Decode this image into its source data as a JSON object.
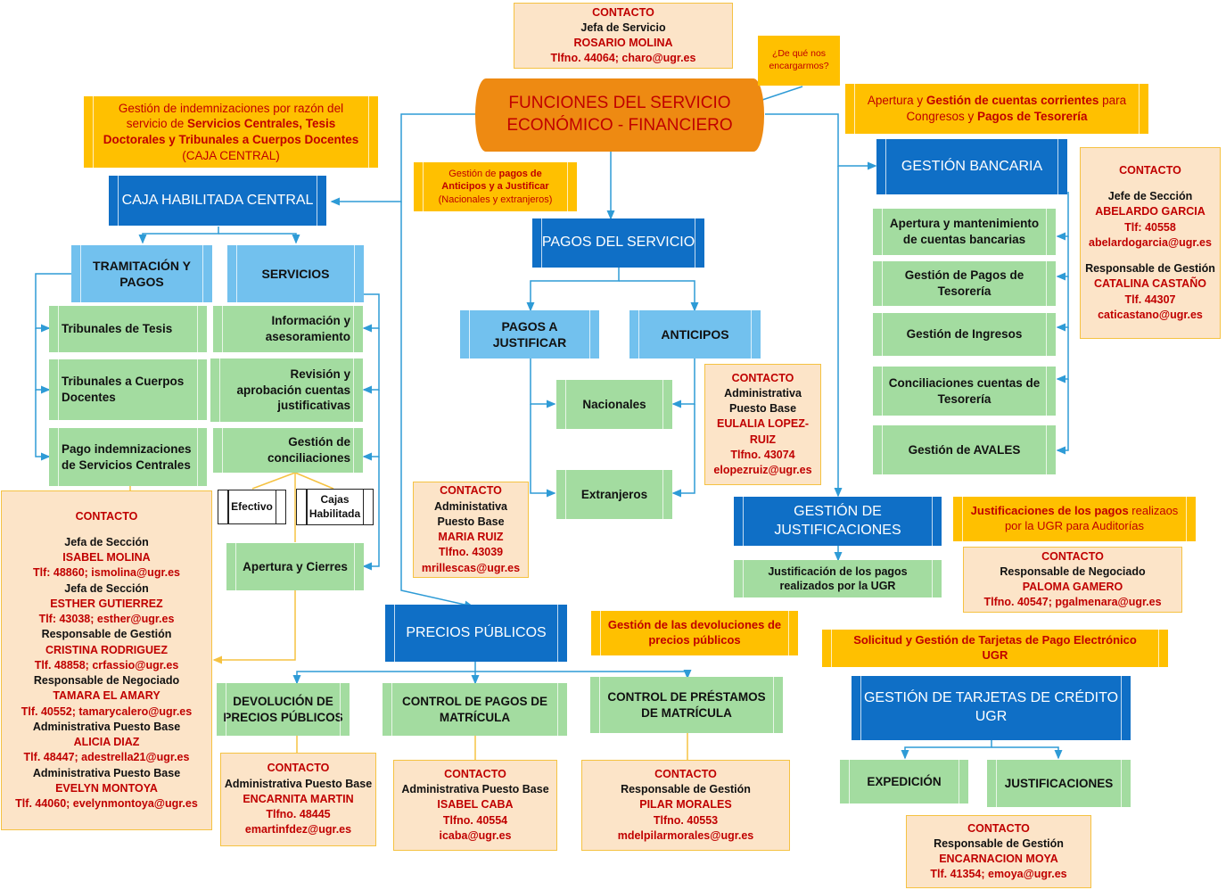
{
  "title": {
    "line1": "FUNCIONES DEL SERVICIO",
    "line2": "ECONÓMICO - FINANCIERO"
  },
  "question_callout": {
    "line1": "¿De qué nos",
    "line2": "encargarmos?"
  },
  "head_contact": {
    "label": "CONTACTO",
    "role": "Jefa de Servicio",
    "name": "ROSARIO MOLINA",
    "info": "Tlfno. 44064; charo@ugr.es"
  },
  "caja": {
    "note": {
      "t1": "Gestión de indemnizaciones por razón del",
      "t2a": "servicio de ",
      "t2b": "Servicios Centrales, Tesis",
      "t3": "Doctorales y Tribunales a Cuerpos Docentes",
      "t4": "(CAJA CENTRAL)"
    },
    "title": "CAJA HABILITADA CENTRAL",
    "tramitacion": {
      "title_l1": "TRAMITACIÓN Y",
      "title_l2": "PAGOS",
      "items": [
        {
          "l1": "Tribunales de Tesis",
          "l2": ""
        },
        {
          "l1": "Tribunales a Cuerpos",
          "l2": "Docentes"
        },
        {
          "l1": "Pago indemnizaciones",
          "l2": "de Servicios Centrales"
        }
      ]
    },
    "servicios": {
      "title": "SERVICIOS",
      "items": [
        {
          "l1": "Información y",
          "l2": "asesoramiento",
          "l3": ""
        },
        {
          "l1": "Revisión y",
          "l2": "aprobación cuentas",
          "l3": "justificativas"
        },
        {
          "l1": "Gestión de",
          "l2": "conciliaciones",
          "l3": ""
        }
      ],
      "sub": {
        "efectivo": "Efectivo",
        "cajas_l1": "Cajas",
        "cajas_l2": "Habilitada"
      },
      "apertura": "Apertura y Cierres"
    },
    "contact": {
      "label": "CONTACTO",
      "people": [
        {
          "role": "Jefa de Sección",
          "name": "ISABEL MOLINA",
          "info": "Tlf: 48860; ismolina@ugr.es"
        },
        {
          "role": "Jefa de Sección",
          "name": "ESTHER GUTIERREZ",
          "info": "Tlf: 43038; esther@ugr.es"
        },
        {
          "role": "Responsable de Gestión",
          "name": "CRISTINA RODRIGUEZ",
          "info": "Tlf. 48858; crfassio@ugr.es"
        },
        {
          "role": "Responsable de Negociado",
          "name": "TAMARA EL AMARY",
          "info": "Tlf. 40552;  tamarycalero@ugr.es"
        },
        {
          "role": "Administrativa Puesto Base",
          "name": "ALICIA DIAZ",
          "info": "Tlf. 48447;  adestrella21@ugr.es"
        },
        {
          "role": "Administrativa Puesto Base",
          "name": "EVELYN MONTOYA",
          "info": "Tlf. 44060;  evelynmontoya@ugr.es"
        }
      ]
    }
  },
  "pagos": {
    "note": {
      "a": "Gestión de ",
      "b": "pagos de",
      "c": "Anticipos y a Justificar",
      "d": "(Nacionales y extranjeros)"
    },
    "title": "PAGOS DEL SERVICIO",
    "justificar": {
      "l1": "PAGOS A",
      "l2": "JUSTIFICAR"
    },
    "anticipos": "ANTICIPOS",
    "nacionales": "Nacionales",
    "extranjeros": "Extranjeros",
    "contact_left": {
      "label": "CONTACTO",
      "role_l1": "Administativa",
      "role_l2": "Puesto Base",
      "name": "MARIA RUIZ",
      "phone": "Tlfno. 43039",
      "email": "mrillescas@ugr.es"
    },
    "contact_right": {
      "label": "CONTACTO",
      "role_l1": "Administrativa",
      "role_l2": "Puesto Base",
      "name_l1": "EULALIA LOPEZ-",
      "name_l2": "RUIZ",
      "phone": "Tlfno. 43074",
      "email": "elopezruiz@ugr.es"
    }
  },
  "bancaria": {
    "note": {
      "a": "Apertura y ",
      "b": "Gestión de cuentas corrientes",
      "c": " para",
      "d": "Congresos y ",
      "e": "Pagos de Tesorería"
    },
    "title": "GESTIÓN BANCARIA",
    "items": [
      {
        "l1": "Apertura y mantenimiento",
        "l2": "de cuentas bancarias"
      },
      {
        "l1": "Gestión de Pagos de",
        "l2": "Tesorería"
      },
      {
        "l1": "Gestión de Ingresos",
        "l2": ""
      },
      {
        "l1": "Conciliaciones cuentas de",
        "l2": "Tesorería"
      },
      {
        "l1": "Gestión de AVALES",
        "l2": ""
      }
    ],
    "contact": {
      "label": "CONTACTO",
      "people": [
        {
          "role": "Jefe de Sección",
          "name": "ABELARDO GARCIA",
          "phone": "Tlf: 40558",
          "email": "abelardogarcia@ugr.es"
        },
        {
          "role": "Responsable de Gestión",
          "name": "CATALINA CASTAÑO",
          "phone": "Tlf. 44307",
          "email": "caticastano@ugr.es"
        }
      ]
    }
  },
  "justificaciones": {
    "title_l1": "GESTIÓN DE",
    "title_l2": "JUSTIFICACIONES",
    "item_l1": "Justificación de los pagos",
    "item_l2": "realizados por la UGR",
    "note": {
      "a": "Justificaciones de los pagos",
      "b": " realizaos",
      "c": "por la UGR para Auditorías"
    },
    "contact": {
      "label": "CONTACTO",
      "role": "Responsable de Negociado",
      "name": "PALOMA GAMERO",
      "info": "Tlfno. 40547; pgalmenara@ugr.es"
    }
  },
  "precios": {
    "title": "PRECIOS PÚBLICOS",
    "note": {
      "l1": "Gestión de las devoluciones de",
      "l2": "precios públicos"
    },
    "items": [
      {
        "l1": "DEVOLUCIÓN DE",
        "l2": "PRECIOS PÚBLICOS"
      },
      {
        "l1": "CONTROL DE PAGOS DE",
        "l2": "MATRÍCULA"
      },
      {
        "l1": "CONTROL DE PRÉSTAMOS",
        "l2": "DE MATRÍCULA"
      }
    ],
    "contacts": [
      {
        "label": "CONTACTO",
        "role": "Administrativa Puesto Base",
        "name": "ENCARNITA MARTIN",
        "phone": "Tlfno. 48445",
        "email": "emartinfdez@ugr.es"
      },
      {
        "label": "CONTACTO",
        "role": "Administrativa Puesto Base",
        "name": "ISABEL CABA",
        "phone": "Tlfno. 40554",
        "email": "icaba@ugr.es"
      },
      {
        "label": "CONTACTO",
        "role": "Responsable de Gestión",
        "name": "PILAR MORALES",
        "phone": "Tlfno. 40553",
        "email": "mdelpilarmorales@ugr.es"
      }
    ]
  },
  "tarjetas": {
    "note": {
      "l1": "Solicitud y Gestión de Tarjetas de Pago Electrónico",
      "l2": "UGR"
    },
    "title_l1": "GESTIÓN DE TARJETAS DE CRÉDITO",
    "title_l2": "UGR",
    "expedicion": "EXPEDICIÓN",
    "justificaciones": "JUSTIFICACIONES",
    "contact": {
      "label": "CONTACTO",
      "role": "Responsable de Gestión",
      "name": "ENCARNACION MOYA",
      "info": "Tlf. 41354; emoya@ugr.es"
    }
  },
  "colors": {
    "dark_blue": "#0f6fc6",
    "light_blue": "#72c1ee",
    "green": "#a3dca0",
    "orange": "#ffc000",
    "cylinder": "#ee8a12",
    "contact_bg": "#fce4c8",
    "red_text": "#c00000",
    "connector_blue": "#2e9bd6",
    "connector_gold": "#f5c242"
  }
}
